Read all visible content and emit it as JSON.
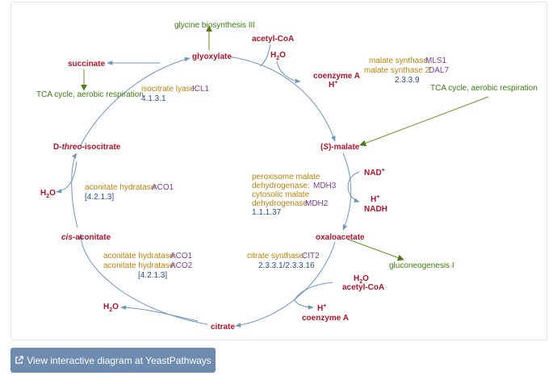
{
  "diagram": {
    "metabolites": {
      "succinate": "succinate",
      "glyoxylate": "glyoxylate",
      "acetyl_coa_top": "acetyl-CoA",
      "h2o_top": "H2O",
      "coenzyme_a_top": "coenzyme A",
      "h_plus_top": "H+",
      "s_malate_paren_open": "(",
      "s_malate_s": "S",
      "s_malate_rest": ")-malate",
      "isocitrate_prefix": "D-",
      "isocitrate_threo": "threo",
      "isocitrate_suffix": "-isocitrate",
      "h2o_left": "H2O",
      "nad_plus": "NAD+",
      "h_plus_right": "H+",
      "nadh": "NADH",
      "cis_aconitate_cis": "cis",
      "cis_aconitate_rest": "-aconitate",
      "oxaloacetate": "oxaloacetate",
      "h2o_bottom_right": "H2O",
      "acetyl_coa_bottom": "acetyl-CoA",
      "h_plus_bottom": "H+",
      "coenzyme_a_bottom": "coenzyme A",
      "h2o_bottom_left": "H2O",
      "citrate": "citrate"
    },
    "pathways": {
      "glycine": "glycine biosynthesis III",
      "tca_left": "TCA cycle, aerobic respiration",
      "tca_right": "TCA cycle, aerobic respiration",
      "gluconeogenesis": "gluconeogenesis I"
    },
    "enzymes": {
      "isocitrate_lyase": {
        "label": "isocitrate lyase:",
        "gene": "ICL1",
        "ec": "4.1.3.1"
      },
      "malate_synthase": {
        "label1": "malate synthase:",
        "gene1": "MLS1",
        "label2": "malate synthase 2:",
        "gene2": "DAL7",
        "ec": "2.3.3.9"
      },
      "aconitate_top": {
        "label": "aconitate hydratase:",
        "gene": "ACO1",
        "ec": "[4.2.1.3]"
      },
      "malate_dh": {
        "label1a": "peroxisome malate",
        "label1b": "dehydrogenase:",
        "gene1": "MDH3",
        "label2a": "cytosolic malate",
        "label2b": "dehydrogenase:",
        "gene2": "MDH2",
        "ec": "1.1.1.37"
      },
      "aconitate_bottom": {
        "label1": "aconitate hydratase:",
        "gene1": "ACO1",
        "label2": "aconitate hydratase:",
        "gene2": "ACO2",
        "ec": "[4.2.1.3]"
      },
      "citrate_synthase": {
        "label": "citrate synthase:",
        "gene": "CIT2",
        "ec": "2.3.3.1/2.3.3.16"
      }
    }
  },
  "button": {
    "label": "View interactive diagram at YeastPathways",
    "icon": "external-link-icon"
  },
  "colors": {
    "metabolite": "#b3122a",
    "pathway": "#3f7a10",
    "enzyme": "#b8830b",
    "gene": "#7b3f9e",
    "ec": "#2b4f8c",
    "edge": "#6e95c0",
    "button": "#6e8bb0"
  }
}
